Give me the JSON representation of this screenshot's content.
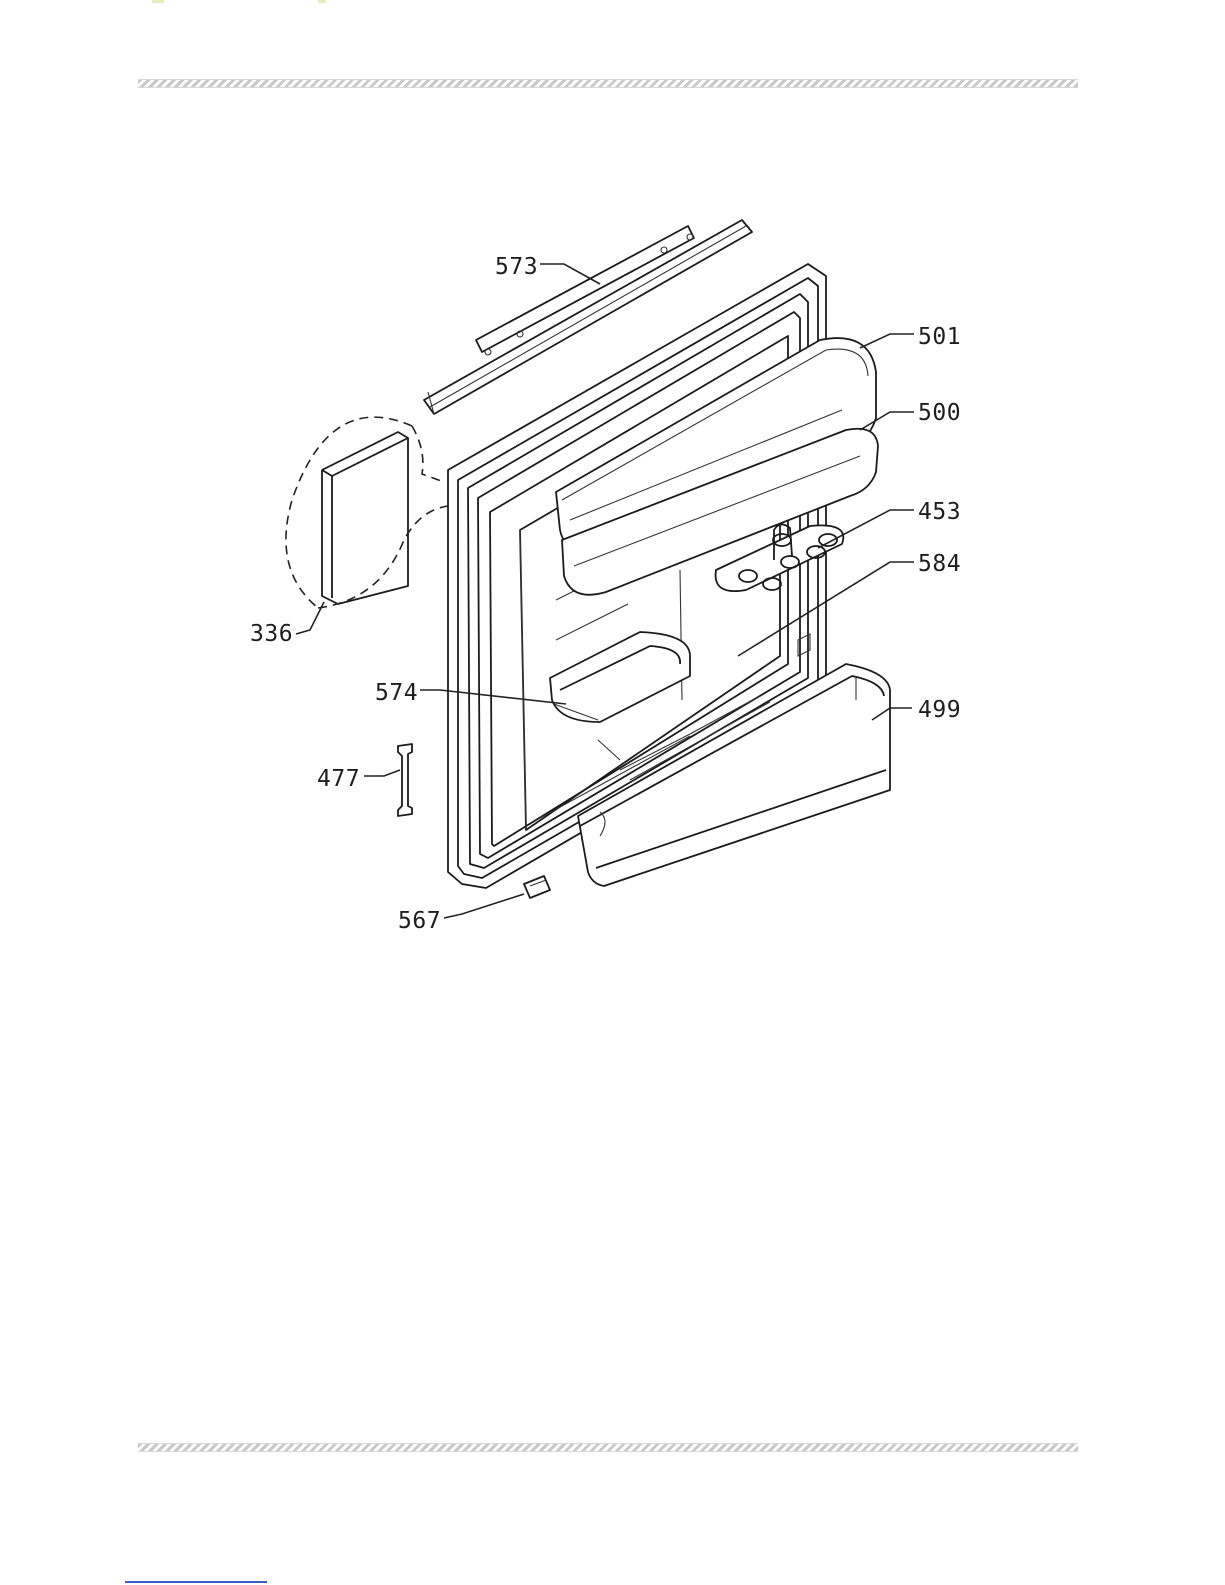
{
  "labels": {
    "p573": "573",
    "p501": "501",
    "p500": "500",
    "p453": "453",
    "p584": "584",
    "p336": "336",
    "p574": "574",
    "p499": "499",
    "p477": "477",
    "p567": "567"
  },
  "colors": {
    "line": "#1b1b1b",
    "rule": "#c9c9c9",
    "footer_mark": "#3a5fc8"
  }
}
